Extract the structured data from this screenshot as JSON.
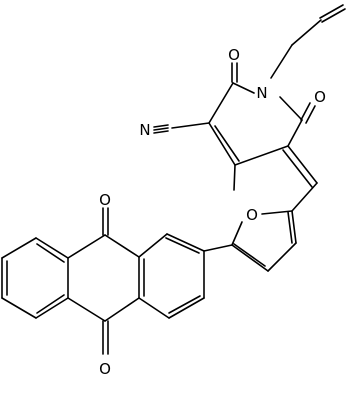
{
  "structure": {
    "atoms": {
      "nitrogen_ring": "N",
      "nitrogen_nitrile": "N",
      "oxygen_carbonyl_upper": "O",
      "oxygen_carbonyl_right": "O",
      "oxygen_furan": "O",
      "oxygen_quinone_upper": "O",
      "oxygen_quinone_lower": "O"
    },
    "colors": {
      "bond": "#000000",
      "label": "#000000",
      "background": "#ffffff"
    }
  }
}
